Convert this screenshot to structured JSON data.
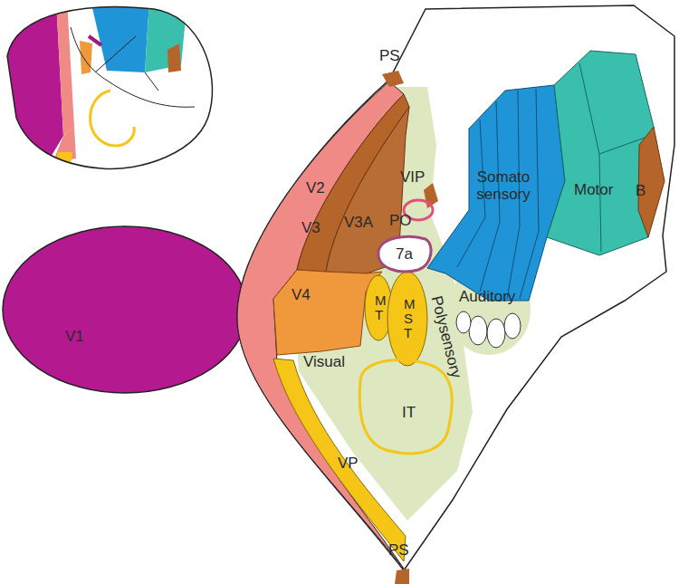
{
  "diagram": {
    "nodes": [
      {
        "text": [
          "V2"
        ]
      },
      {
        "text": [
          "V3"
        ]
      },
      {
        "text": [
          "V3A"
        ]
      },
      {
        "text": [
          "VIP"
        ]
      },
      {
        "text": [
          "PO"
        ]
      },
      {
        "text": [
          "7a"
        ]
      },
      {
        "text": [
          "Somato sensory"
        ]
      },
      {
        "text": [
          "Motor"
        ]
      },
      {
        "text": [
          "B"
        ]
      },
      {
        "text": [
          "V4"
        ]
      },
      {
        "text": [
          "MT"
        ]
      },
      {
        "text": [
          "MST"
        ]
      },
      {
        "text": [
          "Auditory"
        ]
      },
      {
        "text": [
          "IT"
        ]
      },
      {
        "text": [
          "VP"
        ]
      },
      {
        "text": [
          "V1"
        ]
      }
    ],
    "labels": [
      "PS",
      "Polysensory",
      "Visual",
      "PS"
    ]
  }
}
